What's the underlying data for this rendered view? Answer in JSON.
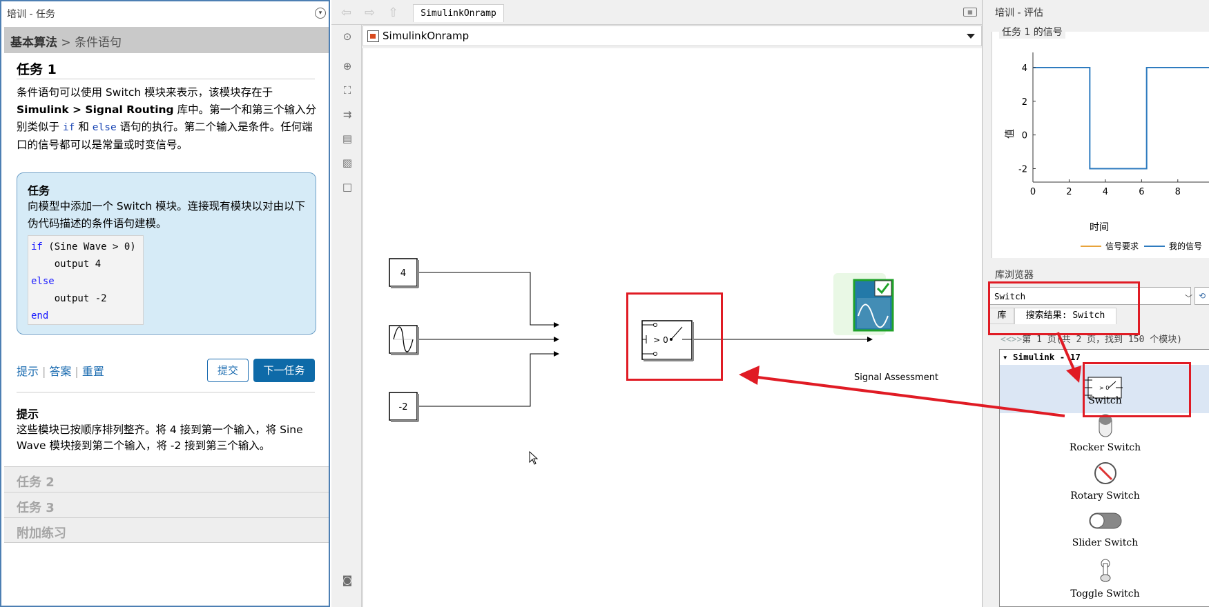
{
  "left": {
    "title": "培训 - 任务",
    "breadcrumb": {
      "section": "基本算法",
      "separator": " > ",
      "page": "条件语句"
    },
    "task1": {
      "title": "任务 1",
      "body_part1": "条件语句可以使用 Switch 模块来表示，该模块存在于 ",
      "body_bold": "Simulink > Signal Routing",
      "body_part2": " 库中。第一个和第三个输入分别类似于 ",
      "body_code_if": "if",
      "body_and": " 和 ",
      "body_code_else": "else",
      "body_part3": " 语句的执行。第二个输入是条件。任何端口的信号都可以是常量或时变信号。",
      "box_heading": "任务",
      "box_text": "向模型中添加一个 Switch 模块。连接现有模块以对由以下伪代码描述的条件语句建模。",
      "code": {
        "line1_kw": "if",
        "line1_rest": " (Sine Wave > 0)",
        "line2": "    output 4",
        "line3_kw": "else",
        "line4": "    output -2",
        "line5_kw": "end"
      }
    },
    "links": {
      "hint": "提示",
      "answer": "答案",
      "reset": "重置"
    },
    "buttons": {
      "submit": "提交",
      "next": "下一任务"
    },
    "hint": {
      "heading": "提示",
      "text": "这些模块已按顺序排列整齐。将 4 接到第一个输入，将 Sine Wave 模块接到第二个输入，将 -2 接到第三个输入。"
    },
    "accordion": [
      "任务 2",
      "任务 3",
      "附加练习"
    ]
  },
  "editor": {
    "tab": "SimulinkOnramp",
    "address": "SimulinkOnramp",
    "blocks": {
      "const_top": "4",
      "const_bottom": "-2",
      "switch_threshold": "> 0",
      "signal_assessment": "Signal Assessment"
    }
  },
  "right": {
    "title": "培训 - 评估",
    "signal_title": "任务 1 的信号",
    "chart_data": {
      "type": "line",
      "xlabel": "时间",
      "ylabel": "值",
      "x_ticks": [
        0,
        2,
        4,
        6,
        8
      ],
      "y_ticks": [
        -2,
        0,
        2,
        4
      ],
      "xlim": [
        0,
        9.8
      ],
      "ylim": [
        -2.8,
        4.9
      ],
      "legend": [
        "信号要求",
        "我的信号"
      ],
      "legend_colors": [
        "#e8a33b",
        "#2e7bbf"
      ],
      "series": [
        {
          "name": "我的信号",
          "color": "#2e7bbf",
          "x": [
            0,
            3.14,
            3.14,
            6.28,
            6.28,
            9.8
          ],
          "y": [
            4,
            4,
            -2,
            -2,
            4,
            4
          ]
        }
      ]
    },
    "library": {
      "title": "库浏览器",
      "search_value": "Switch",
      "tab_library": "库",
      "tab_results": "搜索结果: Switch",
      "pager_prev": "<<",
      "pager_next": ">>",
      "pager_text": "第 1 页(共 2 页，找到 150 个模块)",
      "group_header": "▾ Simulink - 17",
      "items": [
        "Switch",
        "Rocker Switch",
        "Rotary Switch",
        "Slider Switch",
        "Toggle Switch"
      ]
    }
  },
  "colors": {
    "accent": "#0e6aa8",
    "annotation": "#e01b24",
    "assessment_green": "#20a22a"
  }
}
